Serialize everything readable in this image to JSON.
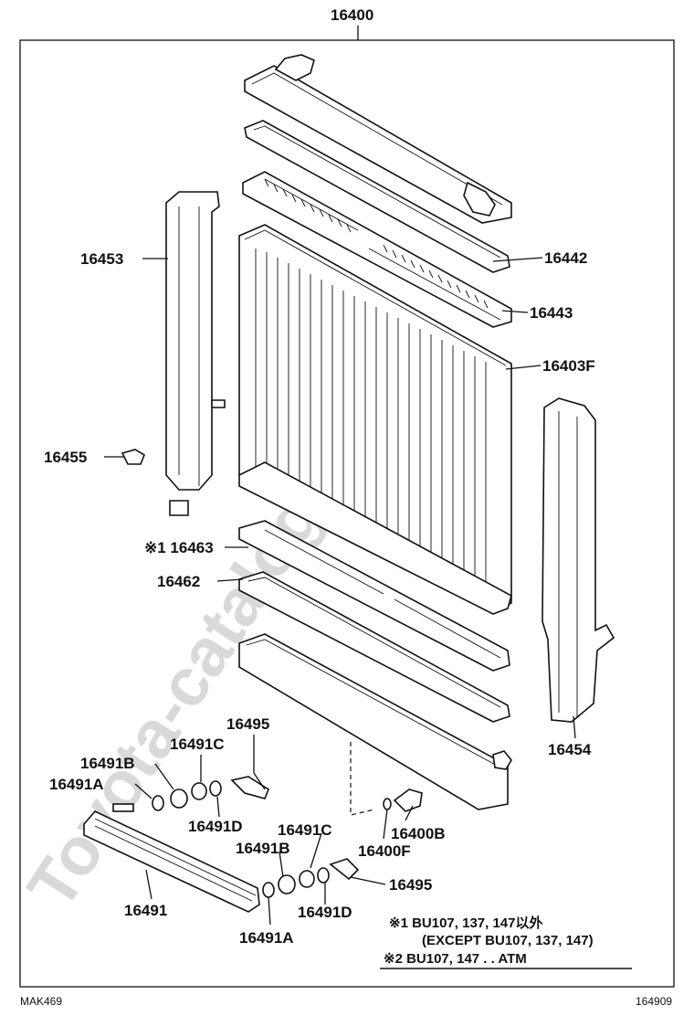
{
  "watermark": "Toyota-catalogue.ru",
  "labels": {
    "p16400": "16400",
    "p16442": "16442",
    "p16443": "16443",
    "p16403F": "16403F",
    "p16453": "16453",
    "p16455": "16455",
    "p16463": "※1 16463",
    "p16462": "16462",
    "p16454": "16454",
    "p16495a": "16495",
    "p16491C_a": "16491C",
    "p16491B_a": "16491B",
    "p16491A_a": "16491A",
    "p16491D_a": "16491D",
    "p16491C_b": "16491C",
    "p16491B_b": "16491B",
    "p16491D_b": "16491D",
    "p16491A_b": "16491A",
    "p16495b": "16495",
    "p16491": "16491",
    "p16400B": "16400B",
    "p16400F": "16400F"
  },
  "notes": {
    "n1": "※1 BU107, 137, 147以外",
    "n1b": "(EXCEPT BU107, 137, 147)",
    "n2": "※2 BU107, 147 . . ATM"
  },
  "footer": {
    "left": "MAK469",
    "right": "164909"
  }
}
